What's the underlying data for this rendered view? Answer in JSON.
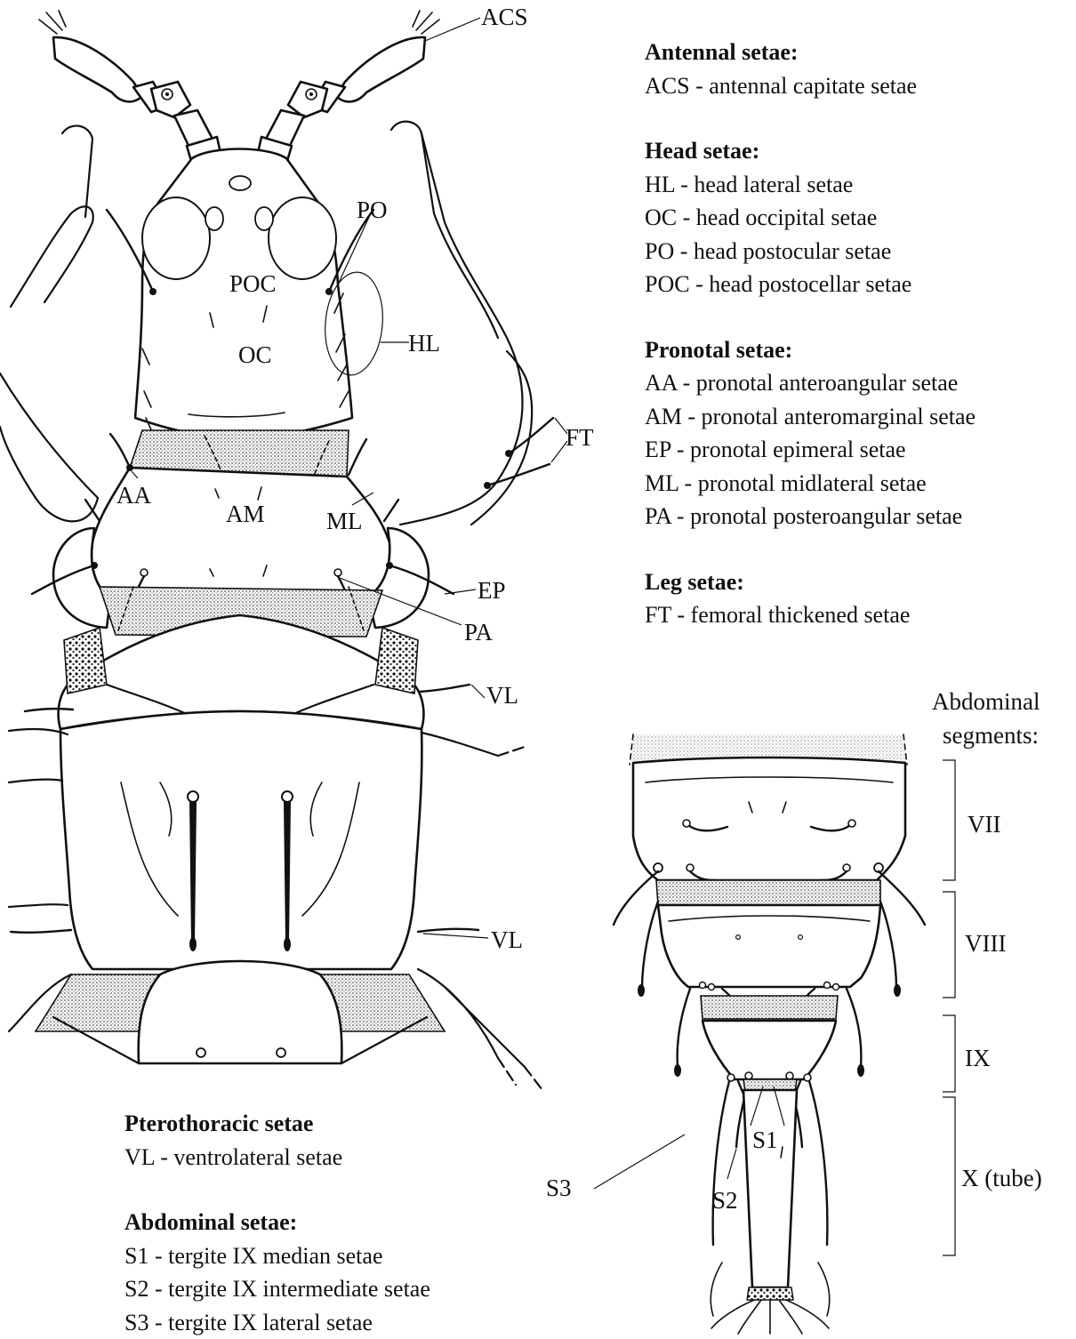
{
  "labels": {
    "acs": "ACS",
    "po": "PO",
    "poc": "POC",
    "oc": "OC",
    "hl": "HL",
    "ft": "FT",
    "aa": "AA",
    "am": "AM",
    "ml": "ML",
    "ep": "EP",
    "pa": "PA",
    "vl_top": "VL",
    "vl_bottom": "VL",
    "s1": "S1",
    "s2": "S2",
    "s3": "S3",
    "abdominal_title_line1": "Abdominal",
    "abdominal_title_line2": "segments:",
    "seg_vii": "VII",
    "seg_viii": "VIII",
    "seg_ix": "IX",
    "seg_x": "X (tube)"
  },
  "legend_right": [
    {
      "heading": "Antennal setae:",
      "items": [
        "ACS - antennal capitate setae"
      ]
    },
    {
      "heading": "Head setae:",
      "items": [
        "HL - head lateral setae",
        "OC - head occipital setae",
        "PO - head postocular setae",
        "POC - head postocellar setae"
      ]
    },
    {
      "heading": "Pronotal setae:",
      "items": [
        "AA - pronotal anteroangular setae",
        "AM - pronotal anteromarginal setae",
        "EP - pronotal epimeral setae",
        "ML - pronotal midlateral setae",
        "PA - pronotal posteroangular setae"
      ]
    },
    {
      "heading": "Leg setae:",
      "items": [
        "FT - femoral thickened setae"
      ]
    }
  ],
  "legend_left": [
    {
      "heading": "Pterothoracic setae",
      "items": [
        "VL - ventrolateral setae"
      ]
    },
    {
      "heading": "Abdominal setae:",
      "items": [
        "S1 - tergite IX median setae",
        "S2 - tergite IX intermediate setae",
        "S3 - tergite IX lateral setae"
      ]
    }
  ]
}
